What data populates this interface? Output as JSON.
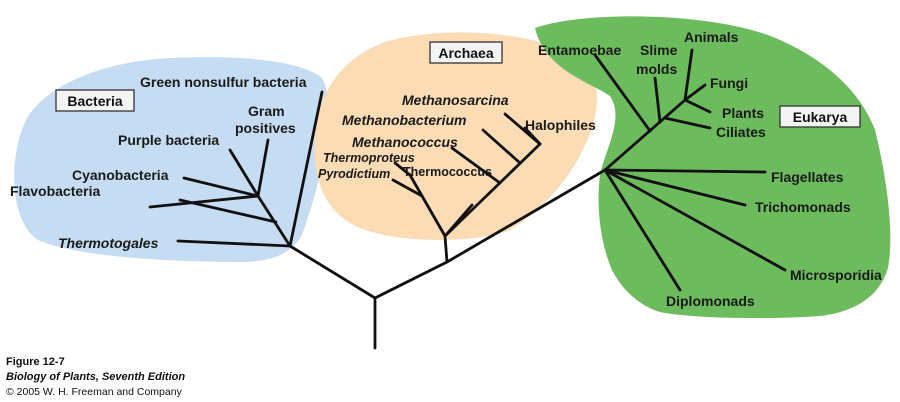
{
  "domains": {
    "bacteria": "Bacteria",
    "archaea": "Archaea",
    "eukarya": "Eukarya"
  },
  "bacteria": {
    "green_nonsulfur": "Green nonsulfur bacteria",
    "gram_positives_1": "Gram",
    "gram_positives_2": "positives",
    "purple": "Purple bacteria",
    "cyanobacteria": "Cyanobacteria",
    "flavobacteria": "Flavobacteria",
    "thermotogales": "Thermotogales"
  },
  "archaea": {
    "methanosarcina": "Methanosarcina",
    "methanobacterium": "Methanobacterium",
    "halophiles": "Halophiles",
    "methanococcus": "Methanococcus",
    "thermoproteus": "Thermoproteus",
    "pyrodictium": "Pyrodictium",
    "thermococcus": "Thermococcus"
  },
  "eukarya": {
    "entamoebae": "Entamoebae",
    "slime_molds_1": "Slime",
    "slime_molds_2": "molds",
    "animals": "Animals",
    "fungi": "Fungi",
    "plants": "Plants",
    "ciliates": "Ciliates",
    "flagellates": "Flagellates",
    "trichomonads": "Trichomonads",
    "microsporidia": "Microsporidia",
    "diplomonads": "Diplomonads"
  },
  "colors": {
    "bacteria_region": "#c5dcf3",
    "archaea_region": "#fbdcb4",
    "eukarya_region": "#6cbb5c"
  },
  "caption": {
    "figure": "Figure 12-7",
    "book": "Biology of Plants, Seventh Edition",
    "copyright": "© 2005 W. H. Freeman and Company"
  }
}
